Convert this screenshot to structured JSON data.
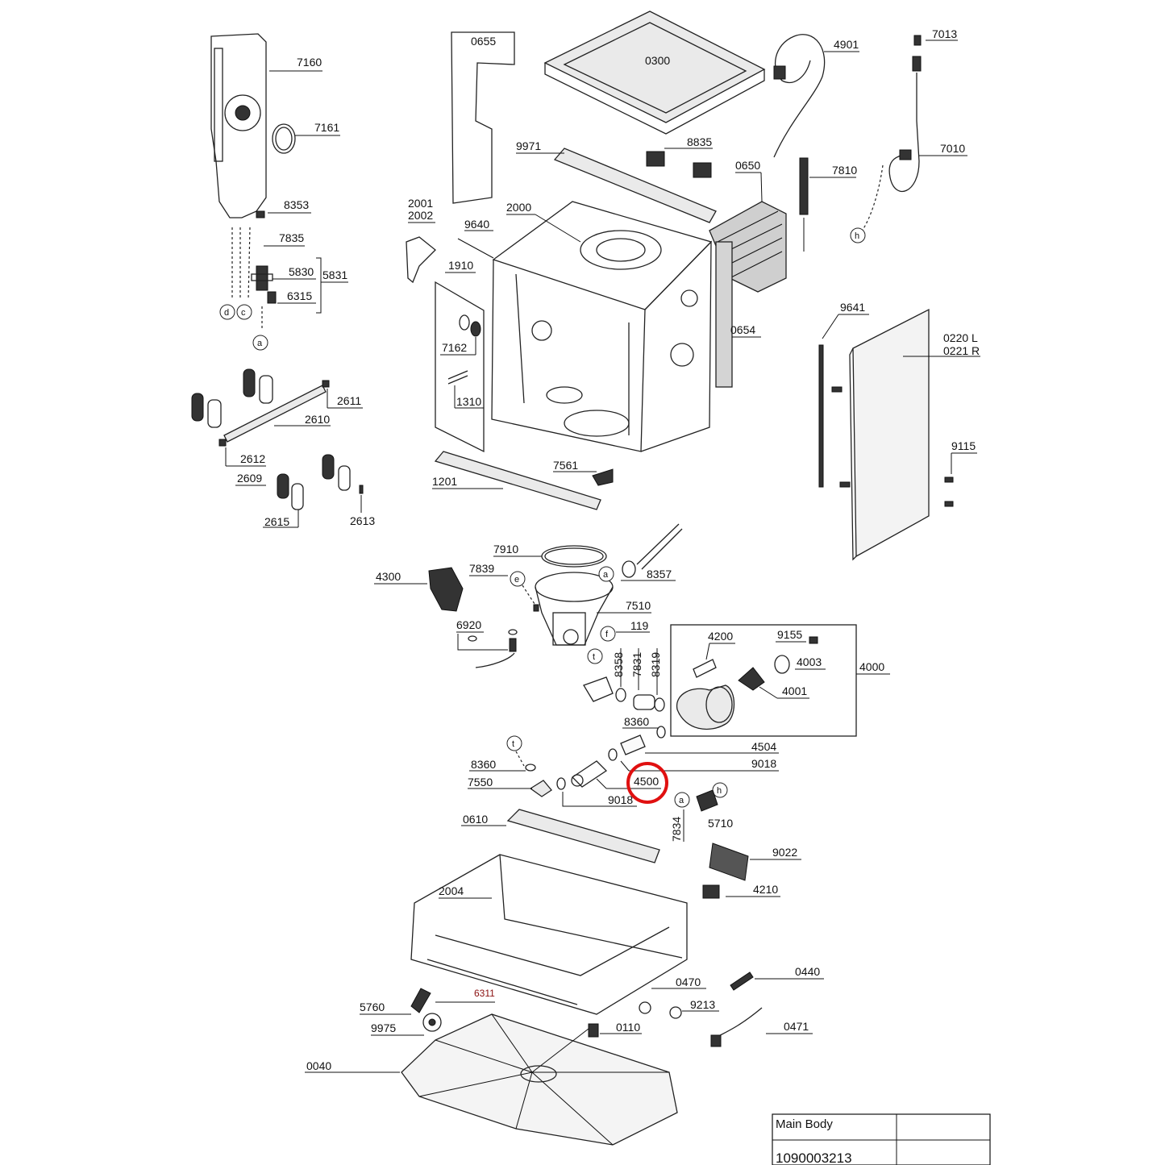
{
  "diagram": {
    "highlight": {
      "part": "4500",
      "color": "#e01010"
    },
    "title_block": {
      "title": "Main Body",
      "doc_number": "1090003213"
    },
    "labels": {
      "p0655": "0655",
      "p0300": "0300",
      "p4901": "4901",
      "p7013": "7013",
      "p7160": "7160",
      "p7161": "7161",
      "p8353": "8353",
      "p7835": "7835",
      "p5830": "5830",
      "p5831": "5831",
      "p6315": "6315",
      "p9971": "9971",
      "p8835": "8835",
      "p0650": "0650",
      "p7810": "7810",
      "p7010": "7010",
      "p2001": "2001",
      "p2002": "2002",
      "p2000": "2000",
      "p9640": "9640",
      "p1910": "1910",
      "p7162": "7162",
      "p1310": "1310",
      "p0654": "0654",
      "p9641": "9641",
      "p0220L": "0220 L",
      "p0221R": "0221 R",
      "p9115": "9115",
      "p2611": "2611",
      "p2610": "2610",
      "p2612": "2612",
      "p2609": "2609",
      "p2615": "2615",
      "p2613": "2613",
      "p7561": "7561",
      "p1201": "1201",
      "p7910": "7910",
      "p4300": "4300",
      "p7839": "7839",
      "p8357": "8357",
      "p7510": "7510",
      "p119": "119",
      "p6920": "6920",
      "p8358": "8358",
      "p7831": "7831",
      "p8319": "8319",
      "p8360a": "8360",
      "p4200": "4200",
      "p9155": "9155",
      "p4003": "4003",
      "p4000": "4000",
      "p4001": "4001",
      "p4504": "4504",
      "p9018a": "9018",
      "p8360b": "8360",
      "p7550": "7550",
      "p4500": "4500",
      "p9018b": "9018",
      "p7834": "7834",
      "p5710": "5710",
      "p0610": "0610",
      "p9022": "9022",
      "p4210": "4210",
      "p2004": "2004",
      "p0440": "0440",
      "p0470": "0470",
      "p9213": "9213",
      "p6311": "6311",
      "p5760": "5760",
      "p9975": "9975",
      "p0110": "0110",
      "p0471": "0471",
      "p0040": "0040"
    },
    "connectors": {
      "d": "d",
      "c": "c",
      "a1": "a",
      "h1": "h",
      "e": "e",
      "a2": "a",
      "f": "f",
      "t1": "t",
      "t2": "t",
      "a3": "a",
      "h2": "h"
    }
  }
}
